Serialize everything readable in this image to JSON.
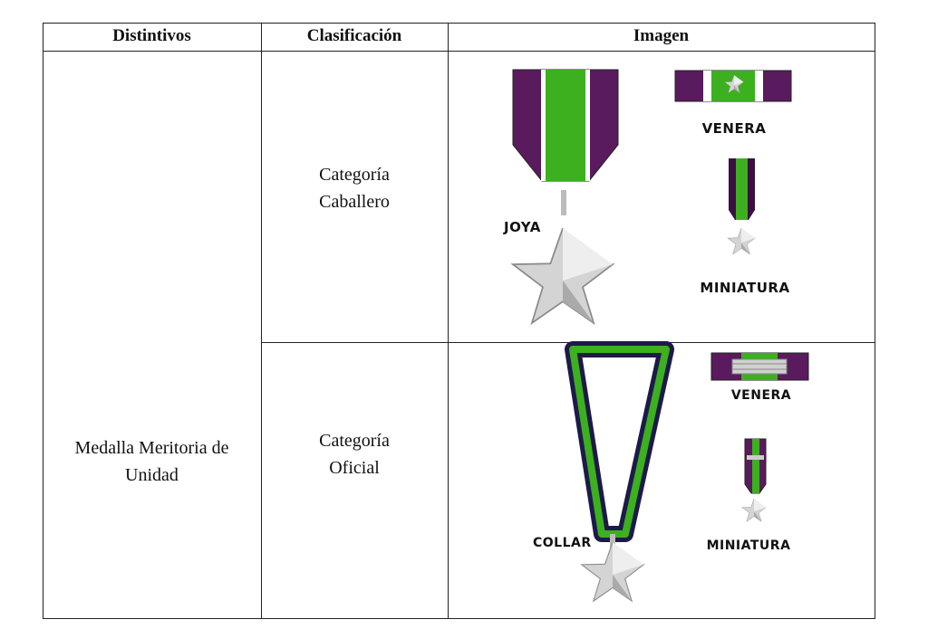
{
  "table": {
    "headers": [
      "Distintivos",
      "Clasificación",
      "Imagen"
    ],
    "distintivo": "Medalla Meritoria de Unidad",
    "rows": [
      {
        "clasificacion": "Categoría Caballero",
        "labels": {
          "main": "JOYA",
          "venera": "VENERA",
          "miniatura": "MINIATURA"
        }
      },
      {
        "clasificacion": "Categoría Oficial",
        "labels": {
          "main": "COLLAR",
          "venera": "VENERA",
          "miniatura": "MINIATURA"
        }
      }
    ]
  },
  "colors": {
    "purple": "#5a1a5e",
    "green": "#3cb01e",
    "navy": "#1d1a4a",
    "silver": "#c8c8c8"
  }
}
